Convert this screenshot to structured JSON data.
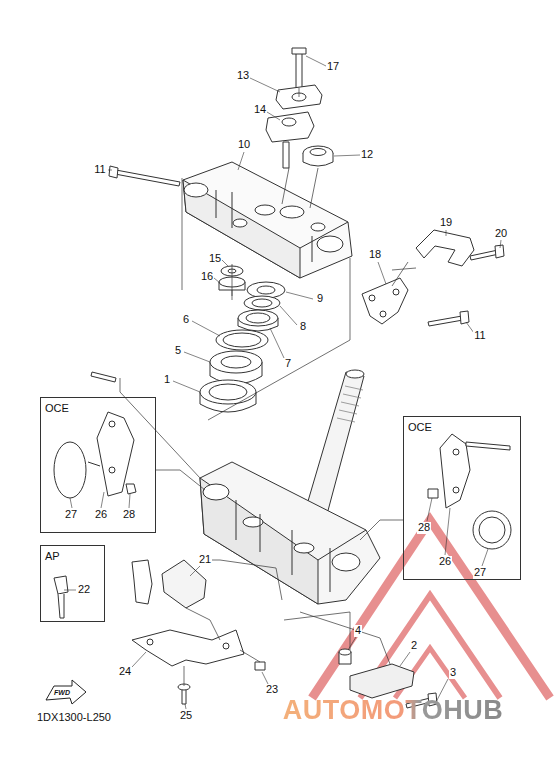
{
  "diagram": {
    "nodes": [
      {
        "text": [
          "OCE"
        ]
      },
      {
        "text": [
          "OCE"
        ]
      },
      {
        "text": [
          "AP"
        ]
      }
    ],
    "labels": [
      "17",
      "13",
      "14",
      "12",
      "10",
      "11",
      "19",
      "20",
      "18",
      "15",
      "16",
      "9",
      "11",
      "6",
      "8",
      "5",
      "7",
      "1",
      "27",
      "26",
      "28",
      "28",
      "26",
      "27",
      "21",
      "22",
      "4",
      "2",
      "3",
      "23",
      "24",
      "25",
      "FWD",
      "1DX1300-L250",
      "AUTOMOTOHUB"
    ]
  }
}
